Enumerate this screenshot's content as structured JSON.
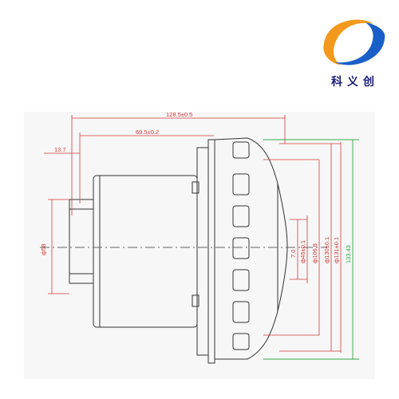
{
  "logo": {
    "brand_text": "科义创",
    "icon": "kyc-logo-icon",
    "colors": {
      "orange": "#f39a1e",
      "blue": "#1a5fc8",
      "text": "#1c1c7a"
    }
  },
  "drawing": {
    "colors": {
      "dimension": "#d23a3a",
      "outline": "#333333",
      "green": "#33aa44",
      "background": "#f7f7f7"
    },
    "horizontal_dims": [
      {
        "id": "overall-length",
        "label": "128.5±0.5"
      },
      {
        "id": "body-length",
        "label": "69.5±0.2"
      },
      {
        "id": "shaft-length",
        "label": "13.7"
      }
    ],
    "left_dims": [
      {
        "id": "shaft-housing-dia",
        "label": "ф58"
      }
    ],
    "right_dims": [
      {
        "id": "offset",
        "label": "7.0"
      },
      {
        "id": "hub-dia",
        "label": "ф46±0.1"
      },
      {
        "id": "dia-106",
        "label": "ф106.8"
      },
      {
        "id": "dia-130",
        "label": "ф130±0.1"
      },
      {
        "id": "dia-131",
        "label": "ф131±0.1"
      },
      {
        "id": "overall-dia",
        "label": "133.43"
      }
    ]
  }
}
